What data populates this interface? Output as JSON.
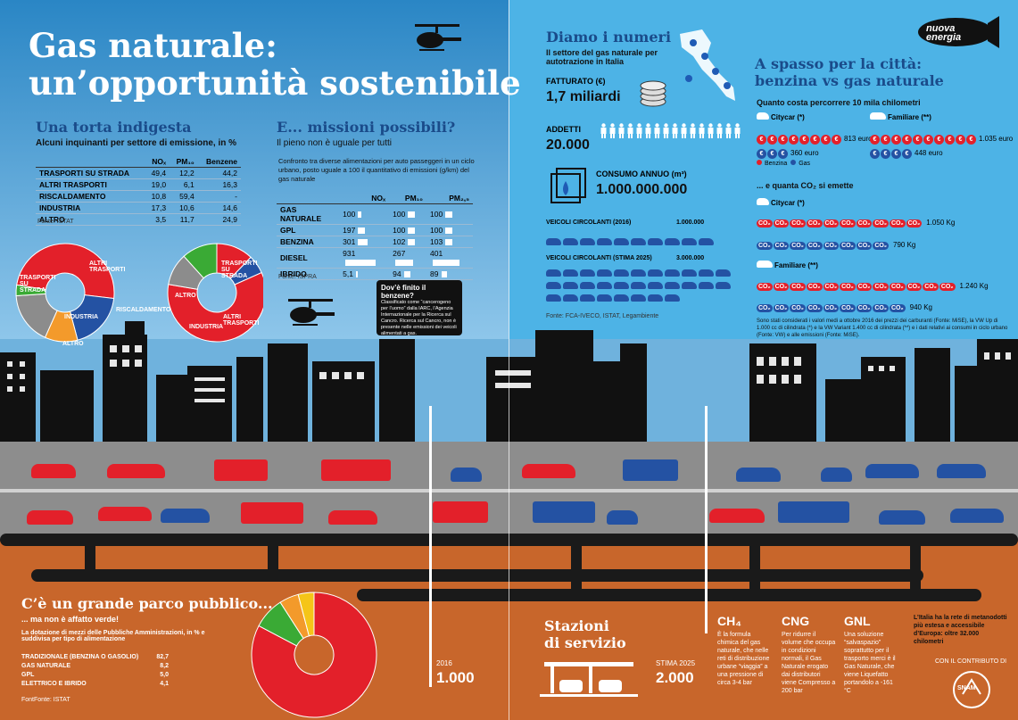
{
  "brand": "nuova energia",
  "title_line1": "Gas naturale:",
  "title_line2": "un’opportunità sostenibile",
  "torta": {
    "title": "Una torta indigesta",
    "subtitle": "Alcuni inquinanti per settore di emissione, in %",
    "headers": [
      "",
      "NOₓ",
      "PM₁₀",
      "Benzene"
    ],
    "rows": [
      [
        "TRASPORTI SU STRADA",
        "49,4",
        "12,2",
        "44,2"
      ],
      [
        "ALTRI TRASPORTI",
        "19,0",
        "6,1",
        "16,3"
      ],
      [
        "RISCALDAMENTO",
        "10,8",
        "59,4",
        "-"
      ],
      [
        "INDUSTRIA",
        "17,3",
        "10,6",
        "14,6"
      ],
      [
        "ALTRO",
        "3,5",
        "11,7",
        "24,9"
      ]
    ],
    "source": "Fonte: ISTAT",
    "donut1_labels": [
      "TRASPORTI SU STRADA",
      "ALTRI TRASPORTI",
      "RISCALDAMENTO",
      "INDUSTRIA",
      "ALTRO"
    ],
    "donut2_labels": [
      "TRASPORTI SU STRADA",
      "ALTRI TRASPORTI",
      "INDUSTRIA",
      "ALTRO"
    ]
  },
  "missioni": {
    "title": "E... missioni possibili?",
    "subtitle": "Il pieno non è uguale per tutti",
    "intro": "Confronto tra diverse alimentazioni per auto passeggeri in un ciclo urbano, posto uguale a 100 il quantitativo di emissioni (g/km) del gas naturale",
    "headers": [
      "",
      "NOₓ",
      "PM₁₀",
      "PM₂,₅"
    ],
    "rows": [
      {
        "label": "GAS NATURALE",
        "nox": "100",
        "pm10": "100",
        "pm25": "100"
      },
      {
        "label": "GPL",
        "nox": "197",
        "pm10": "100",
        "pm25": "100"
      },
      {
        "label": "BENZINA",
        "nox": "301",
        "pm10": "102",
        "pm25": "103"
      },
      {
        "label": "DIESEL",
        "nox": "931",
        "pm10": "267",
        "pm25": "401"
      },
      {
        "label": "IBRIDO",
        "nox": "5,1",
        "pm10": "94",
        "pm25": "89"
      }
    ],
    "nox_values": [
      100,
      197,
      301,
      931,
      5.1
    ],
    "pm10_values": [
      100,
      100,
      102,
      267,
      94
    ],
    "pm25_values": [
      100,
      100,
      103,
      401,
      89
    ],
    "source": "Fonte: ISPRA"
  },
  "benzene": {
    "title": "Dov’è finito il benzene?",
    "text": "Classificato come “cancerogeno per l’uomo” dalla IARC, l’Agenzia Internazionale per la Ricerca sul Cancro. Ricerca sul Cancro, non è presente nelle emissioni dei veicoli alimentati a gas."
  },
  "numeri": {
    "title": "Diamo i numeri",
    "subtitle": "Il settore del gas naturale per autotrazione in Italia",
    "fatturato_label": "FATTURATO (€)",
    "fatturato_value": "1,7 miliardi",
    "addetti_label": "ADDETTI",
    "addetti_value": "20.000",
    "consumo_label": "CONSUMO ANNUO (m³)",
    "consumo_value": "1.000.000.000",
    "veicoli2016_label": "VEICOLI CIRCOLANTI (2016)",
    "veicoli2016_value": "1.000.000",
    "veicoli2025_label": "VEICOLI CIRCOLANTI (STIMA 2025)",
    "veicoli2025_value": "3.000.000",
    "source": "Fonte: FCA-IVECO, ISTAT, Legambiente"
  },
  "spasso": {
    "title_line1": "A spasso per la città:",
    "title_line2": "benzina vs gas naturale",
    "cost_title": "Quanto costa percorrere 10 mila chilometri",
    "citycar_label": "Citycar (*)",
    "familiare_label": "Familiare (**)",
    "citycar_benzina": "813 euro",
    "citycar_gas": "360 euro",
    "familiare_benzina": "1.035 euro",
    "familiare_gas": "448 euro",
    "legend_benzina": "Benzina",
    "legend_gas": "Gas",
    "co2_title": "... e quanta CO₂ si emette",
    "co2_citycar_label": "Citycar (*)",
    "co2_citycar_benzina": "1.050 Kg",
    "co2_citycar_gas": "790 Kg",
    "co2_familiare_label": "Familiare (**)",
    "co2_familiare_benzina": "1.240 Kg",
    "co2_familiare_gas": "940 Kg",
    "note": "Sono stati considerati i valori medi a ottobre 2016 dei prezzi dei carburanti (Fonte: MiSE), la VW Up di 1.000 cc di cilindrata (*) e la VW Variant 1.400 cc di cilindrata (**) e i dati relativi ai consumi in ciclo urbano (Fonte: VW) e alle emissioni (Fonte: MiSE).",
    "coin_symbol": "€",
    "co2_symbol": "CO₂"
  },
  "parco": {
    "title": "C’è un grande parco pubblico...",
    "subtitle": "... ma non è affatto verde!",
    "intro": "La dotazione di mezzi delle Pubbliche Amministrazioni, in % e suddivisa per tipo di alimentazione",
    "rows": [
      {
        "label": "TRADIZIONALE (BENZINA O GASOLIO)",
        "value": "82,7"
      },
      {
        "label": "GAS NATURALE",
        "value": "8,2"
      },
      {
        "label": "GPL",
        "value": "5,0"
      },
      {
        "label": "ELETTRICO E IBRIDO",
        "value": "4,1"
      }
    ],
    "source": "FontFonte: ISTAT"
  },
  "stazioni": {
    "title_line1": "Stazioni",
    "title_line2": "di servizio",
    "y2016_label": "2016",
    "y2016_value": "1.000",
    "y2025_label": "STIMA 2025",
    "y2025_value": "2.000"
  },
  "gas_types": [
    {
      "name": "CH₄",
      "text": "È la formula chimica del gas naturale, che nelle reti di distribuzione urbane “viaggia” a una pressione di circa 3-4 bar"
    },
    {
      "name": "CNG",
      "text": "Per ridurre il volume che occupa in condizioni normali, il Gas Naturale erogato dai distributori viene Compresso a 200 bar"
    },
    {
      "name": "GNL",
      "text": "Una soluzione “salvaspazio” soprattutto per il trasporto merci è il Gas Naturale, che viene Liquefatto portandolo a -161 °C"
    }
  ],
  "rete": "L’Italia ha la rete di metanodotti più estesa e accessibile d’Europa: oltre 32.000 chilometri",
  "contributo": "CON IL CONTRIBUTO DI",
  "snam": "SNAM",
  "colors": {
    "red": "#e3202a",
    "blue": "#2452a3",
    "orange": "#f39a2b",
    "green": "#3aaa35",
    "gray": "#8c8c8c",
    "yellow": "#f5c518"
  }
}
